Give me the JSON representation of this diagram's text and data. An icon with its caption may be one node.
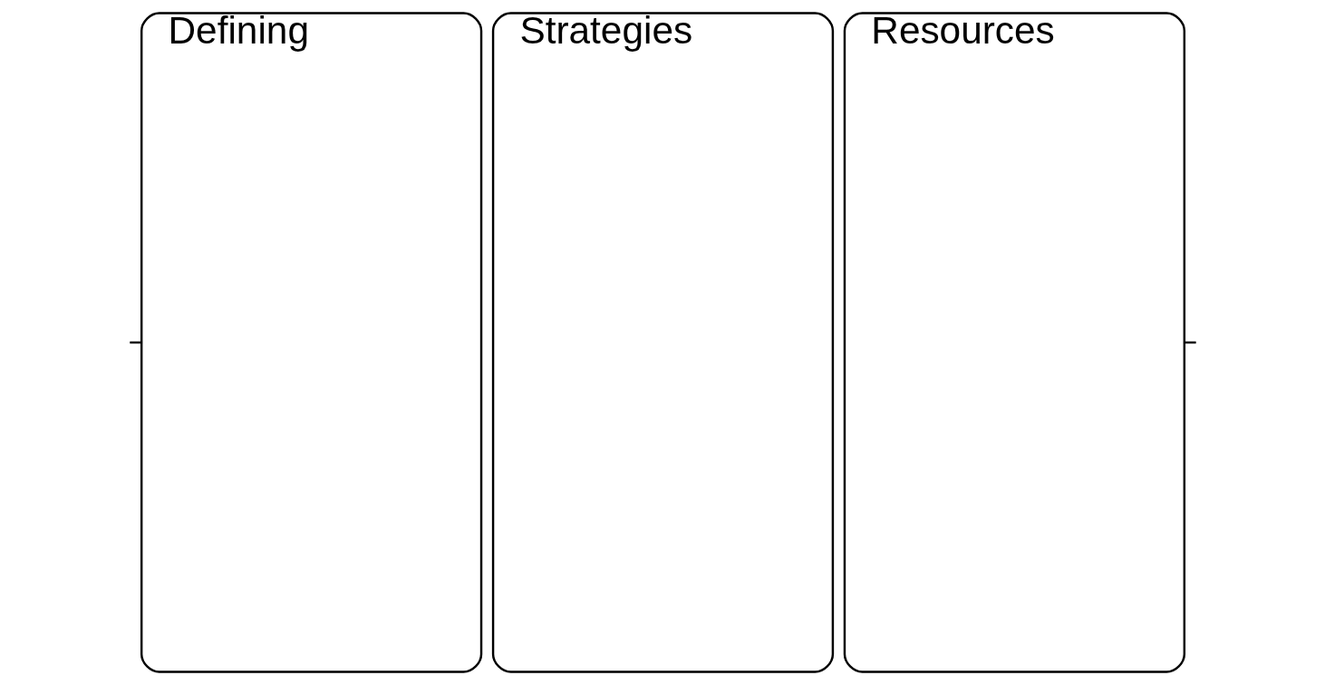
{
  "diagram": {
    "nodes": [
      {
        "text": [
          "Defining"
        ]
      },
      {
        "text": [
          "Strategies"
        ]
      },
      {
        "text": [
          "Resources"
        ]
      }
    ],
    "edges": [
      {
        "from": null,
        "to": 0,
        "arrow": "none"
      },
      {
        "from": 2,
        "to": null,
        "arrow": "none"
      }
    ]
  }
}
